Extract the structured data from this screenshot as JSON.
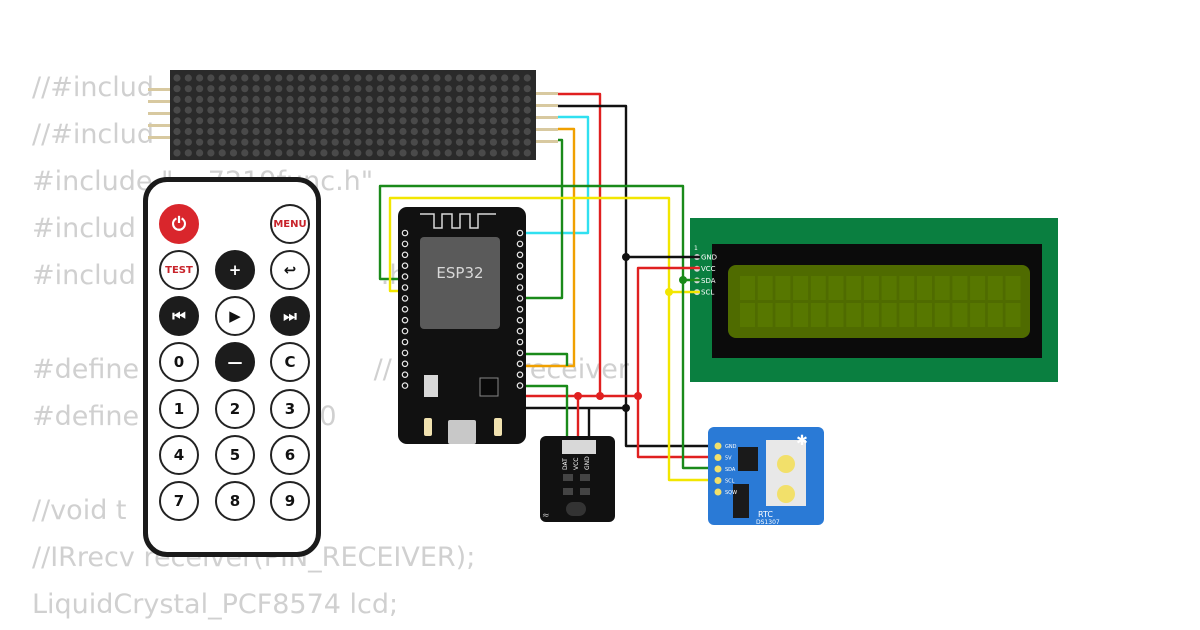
{
  "code_lines": [
    "//#includ",
    "//#includ",
    "#include \"    7219func.h\"",
    "#includ",
    "#includ          ystal           .h>",
    "",
    "#define          VER 4        // Pin of IR receiver",
    "#define                   20",
    "",
    "//void t",
    "//IRrecv receiver(PIN_RECEIVER);",
    "LiquidCrystal_PCF8574 lcd;"
  ],
  "esp32": {
    "label": "ESP32"
  },
  "lcd": {
    "pin_number": "1",
    "pins": [
      "GND",
      "VCC",
      "SDA",
      "SCL"
    ]
  },
  "rtc": {
    "label": "RTC",
    "model": "DS1307",
    "pins": [
      "GND",
      "5V",
      "SDA",
      "SCL",
      "SQW"
    ]
  },
  "ir_receiver": {
    "pins": [
      "DAT",
      "VCC",
      "GND"
    ]
  },
  "remote": {
    "buttons": [
      {
        "id": "power",
        "label": "",
        "style": "red"
      },
      {
        "id": "menu",
        "label": "MENU",
        "style": "white"
      },
      {
        "id": "test",
        "label": "TEST",
        "style": "white"
      },
      {
        "id": "plus",
        "label": "+",
        "style": "black"
      },
      {
        "id": "back",
        "label": "↩",
        "style": "white"
      },
      {
        "id": "prev",
        "label": "⏮",
        "style": "black"
      },
      {
        "id": "play",
        "label": "▶",
        "style": "white"
      },
      {
        "id": "next",
        "label": "⏭",
        "style": "black"
      },
      {
        "id": "num0",
        "label": "0",
        "style": "white"
      },
      {
        "id": "minus",
        "label": "—",
        "style": "black"
      },
      {
        "id": "clear",
        "label": "C",
        "style": "white"
      },
      {
        "id": "num1",
        "label": "1",
        "style": "white"
      },
      {
        "id": "num2",
        "label": "2",
        "style": "white"
      },
      {
        "id": "num3",
        "label": "3",
        "style": "white"
      },
      {
        "id": "num4",
        "label": "4",
        "style": "white"
      },
      {
        "id": "num5",
        "label": "5",
        "style": "white"
      },
      {
        "id": "num6",
        "label": "6",
        "style": "white"
      },
      {
        "id": "num7",
        "label": "7",
        "style": "white"
      },
      {
        "id": "num8",
        "label": "8",
        "style": "white"
      },
      {
        "id": "num9",
        "label": "9",
        "style": "white"
      }
    ]
  },
  "colors": {
    "wire_red": "#e02020",
    "wire_black": "#111111",
    "wire_green": "#1a8a1a",
    "wire_yellow": "#f2e600",
    "wire_orange": "#f0a000",
    "wire_cyan": "#30e0f0",
    "lcd_pcb": "#0a7f40",
    "lcd_screen": "#4f6b00",
    "rtc_pcb": "#2a7ad6",
    "matrix_body": "#2a2a2a"
  }
}
